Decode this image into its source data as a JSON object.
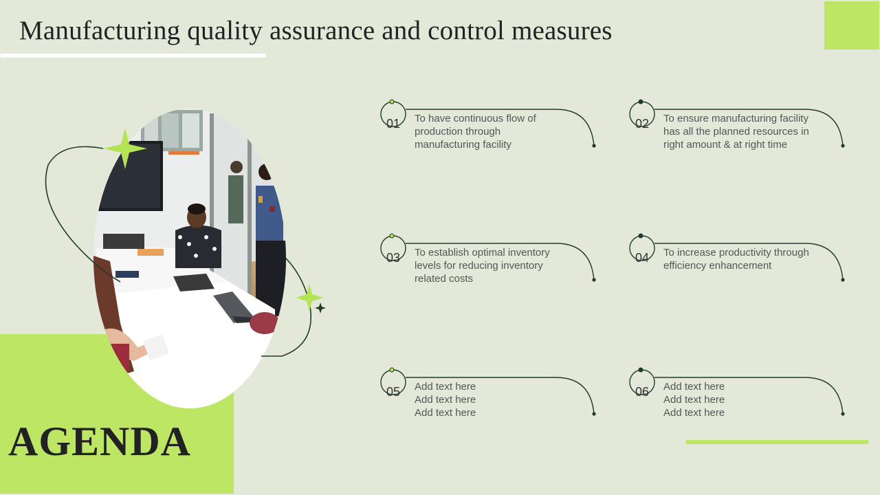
{
  "header": {
    "title": "Manufacturing quality assurance and control measures"
  },
  "agenda": {
    "label": "AGENDA"
  },
  "colors": {
    "background": "#e4e8d9",
    "accent_green": "#bde665",
    "dark_green": "#1e3a2a",
    "sparkle_green": "#b5e356"
  },
  "photo": {
    "description_icon": "meeting-photo"
  },
  "items": [
    {
      "number": "01",
      "lines": [
        "To have continuous flow of",
        "production through",
        "manufacturing facility"
      ]
    },
    {
      "number": "02",
      "lines": [
        "To ensure manufacturing facility",
        "has all the planned resources in",
        "right amount & at right time"
      ]
    },
    {
      "number": "03",
      "lines": [
        "To establish optimal inventory",
        "levels for reducing inventory",
        "related costs"
      ]
    },
    {
      "number": "04",
      "lines": [
        "To increase productivity through",
        "efficiency enhancement"
      ]
    },
    {
      "number": "05",
      "lines": [
        "Add text here",
        "Add text here",
        "Add text here"
      ]
    },
    {
      "number": "06",
      "lines": [
        "Add text here",
        "Add text here",
        "Add text here"
      ]
    }
  ]
}
